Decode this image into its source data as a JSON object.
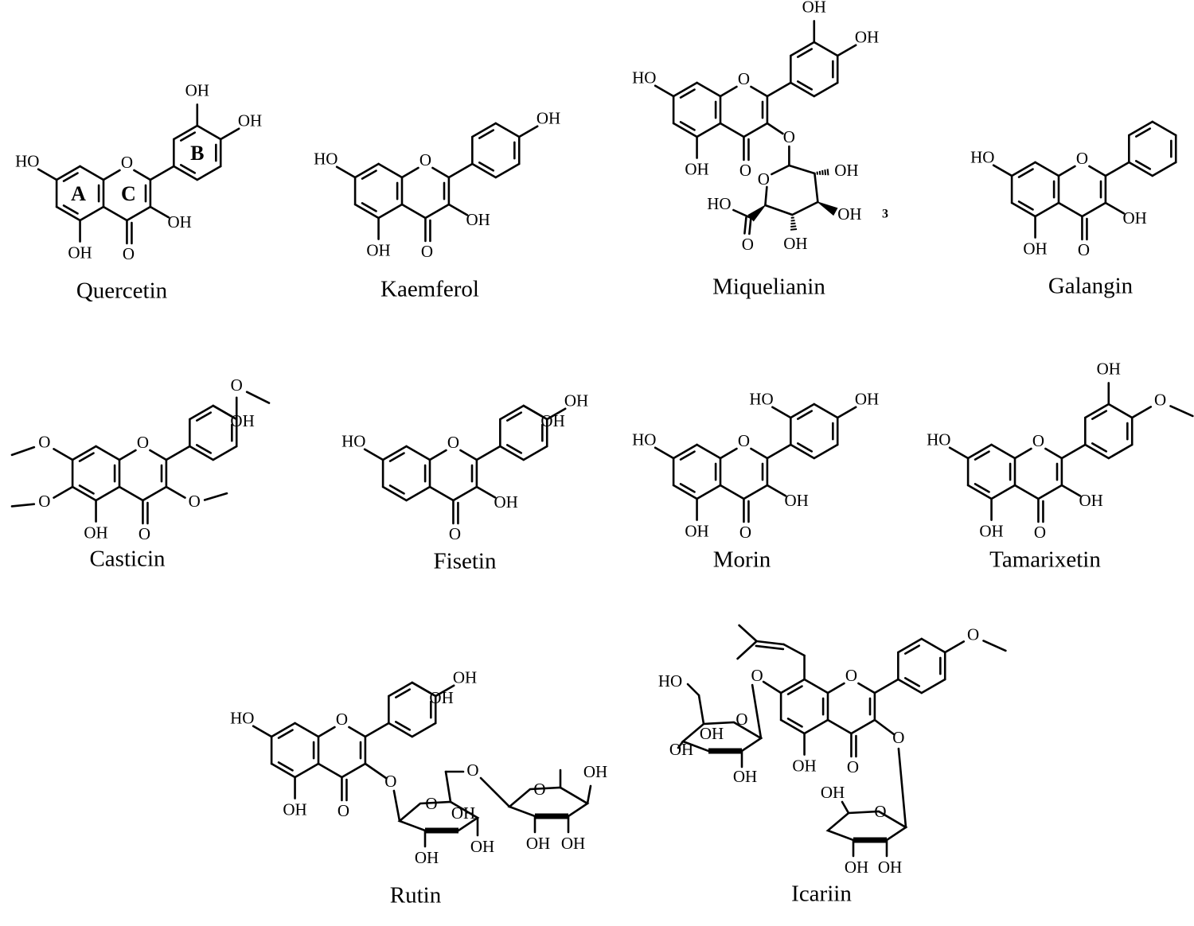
{
  "figure": {
    "background": "#ffffff",
    "ink": "#000000"
  },
  "labels": {
    "HO": "HO",
    "OH": "OH",
    "O": "O",
    "ring_a": "A",
    "ring_b": "B",
    "ring_c": "C",
    "three": "3"
  },
  "compounds": [
    {
      "id": "quercetin",
      "name": "Quercetin"
    },
    {
      "id": "kaemferol",
      "name": "Kaemferol"
    },
    {
      "id": "miquelianin",
      "name": "Miquelianin"
    },
    {
      "id": "galangin",
      "name": "Galangin"
    },
    {
      "id": "casticin",
      "name": "Casticin"
    },
    {
      "id": "fisetin",
      "name": "Fisetin"
    },
    {
      "id": "morin",
      "name": "Morin"
    },
    {
      "id": "tamarixetin",
      "name": "Tamarixetin"
    },
    {
      "id": "rutin",
      "name": "Rutin"
    },
    {
      "id": "icariin",
      "name": "Icariin"
    }
  ]
}
